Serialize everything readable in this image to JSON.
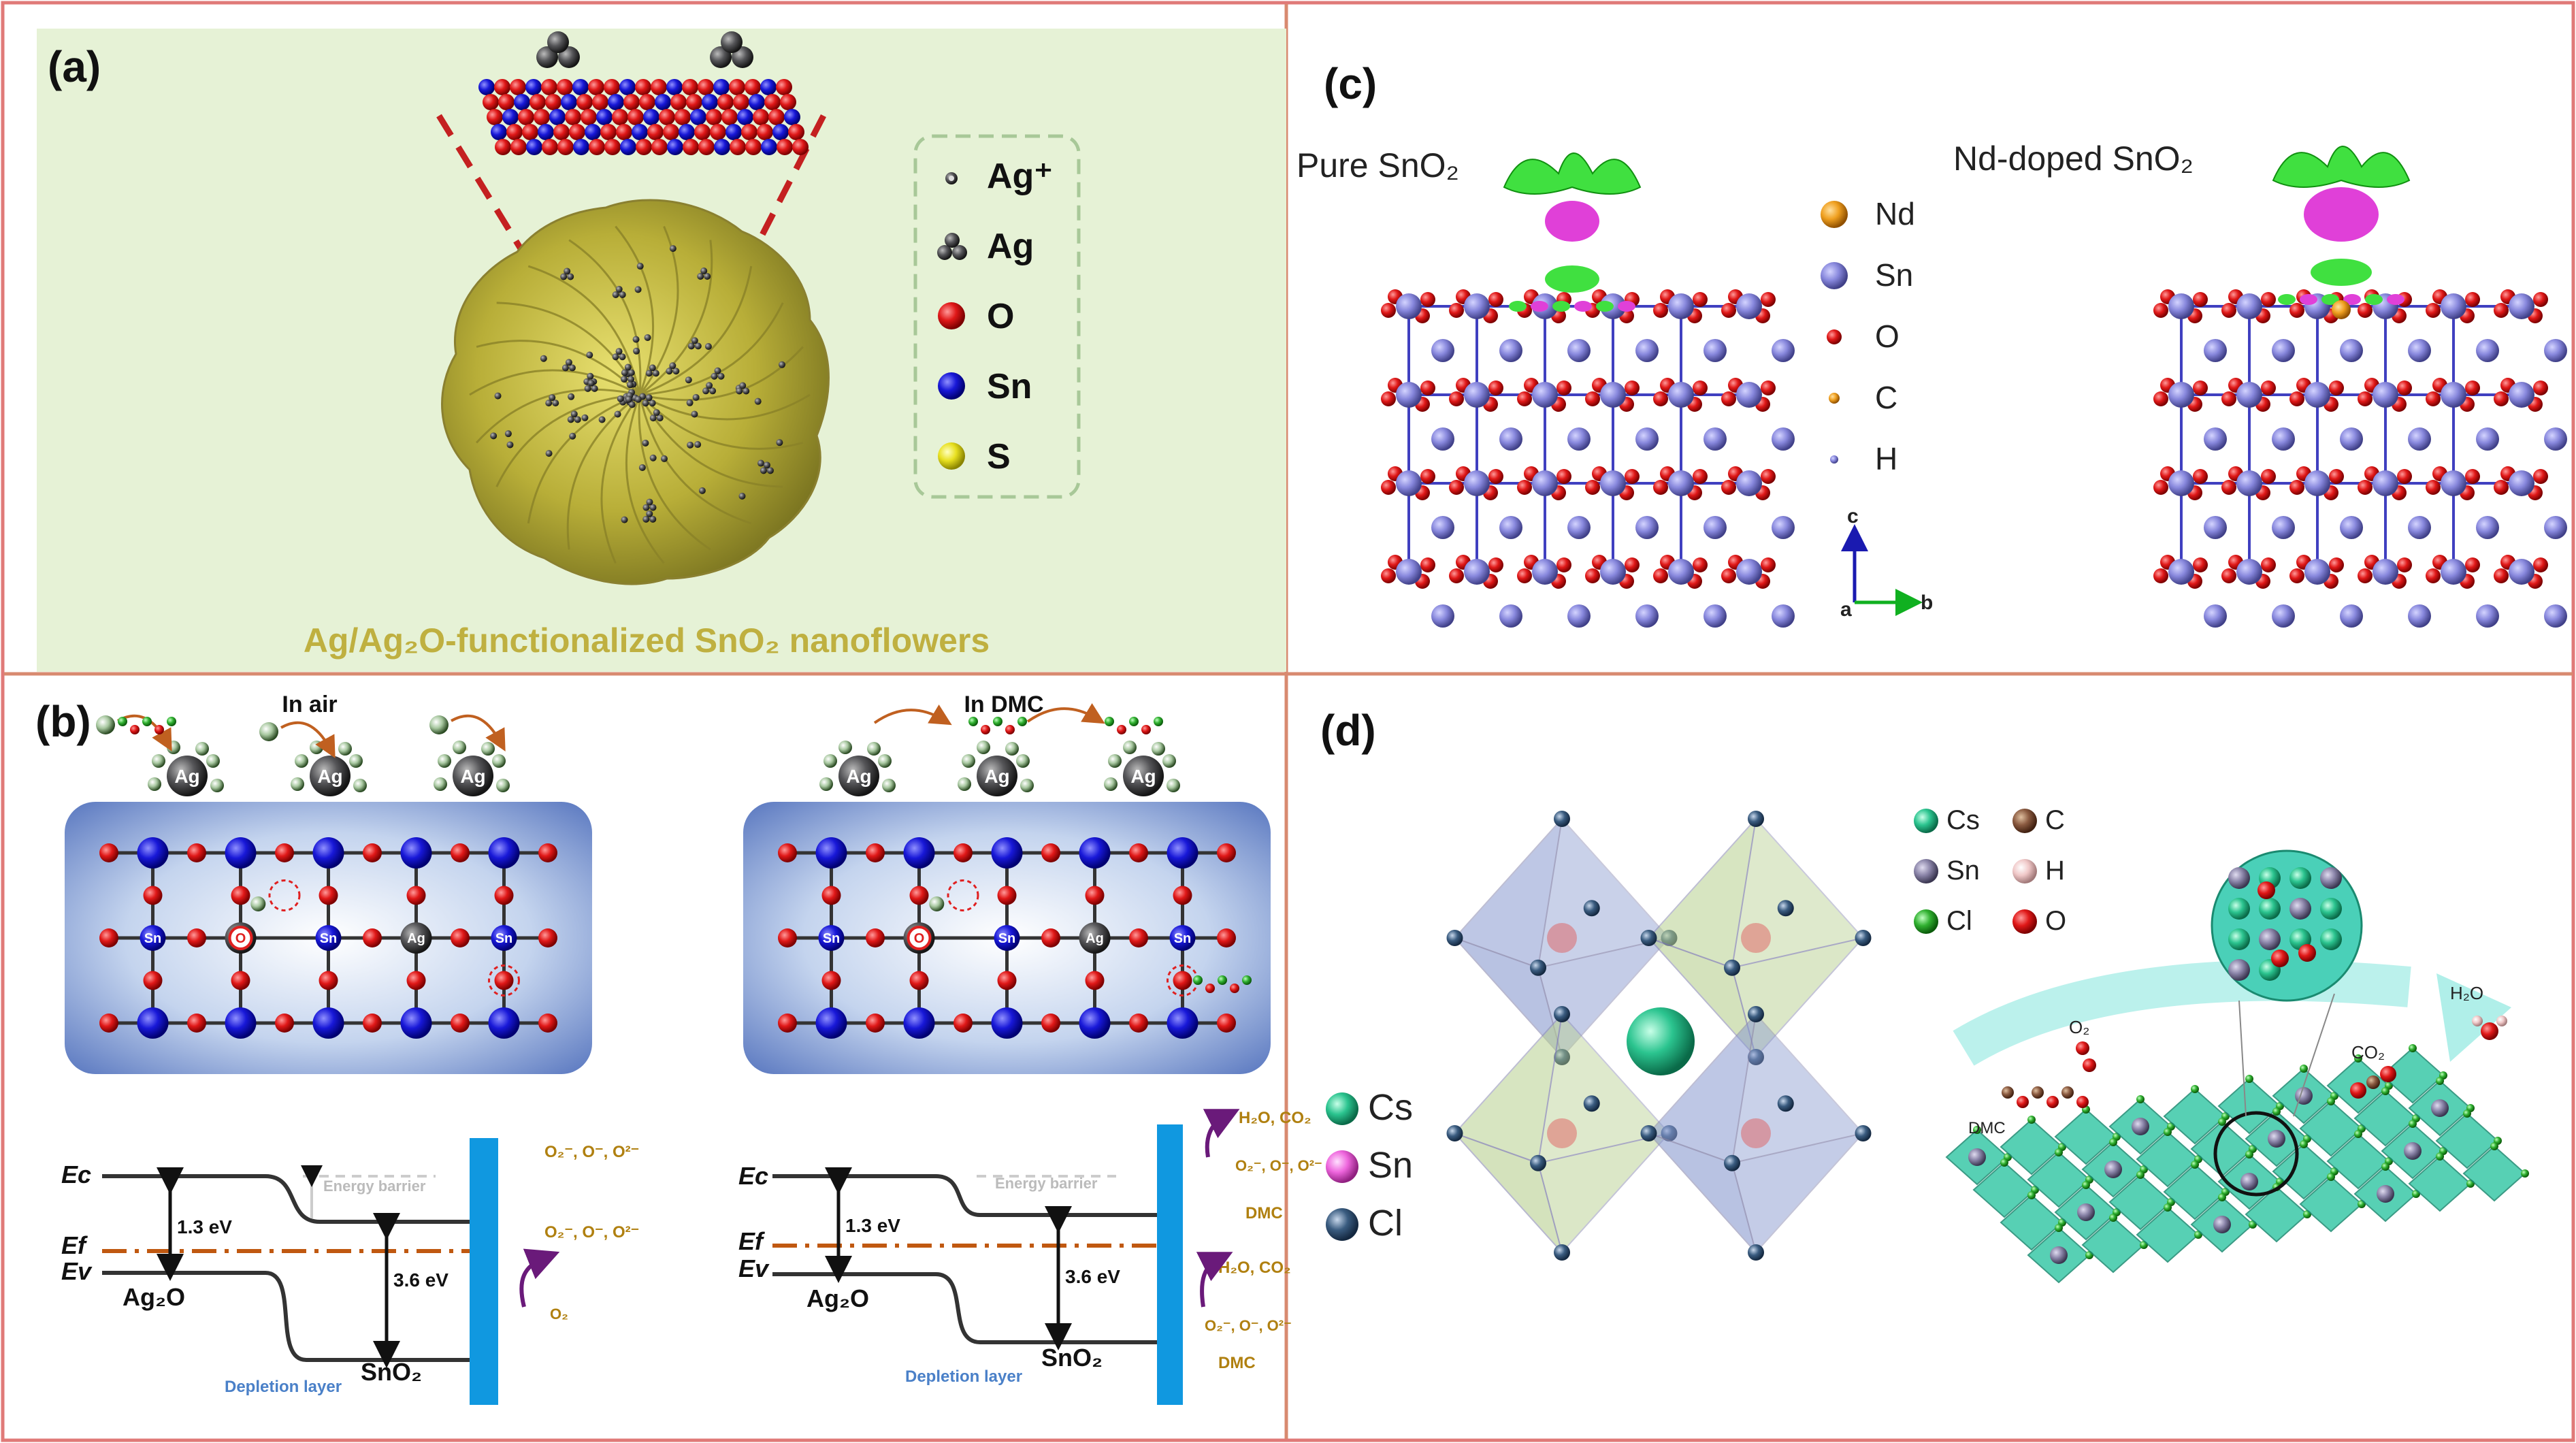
{
  "panel_a": {
    "label": "(a)",
    "caption": "Ag/Ag₂O-functionalized SnO₂ nanoflowers",
    "legend": [
      {
        "symbol": "Ag⁺",
        "color": "#9a9aa0"
      },
      {
        "symbol": "Ag",
        "color": "#444448"
      },
      {
        "symbol": "O",
        "color": "#e01818"
      },
      {
        "symbol": "Sn",
        "color": "#1a1ae0"
      },
      {
        "symbol": "S",
        "color": "#e8e020"
      }
    ]
  },
  "panel_b": {
    "label": "(b)",
    "left_title": "In air",
    "right_title": "In DMC",
    "lattice_labels": {
      "ag": "Ag",
      "o": "O",
      "sn": "Sn"
    },
    "left_band": {
      "ec": "Ec",
      "ef": "Ef",
      "ev": "Ev",
      "gap_ag2o": "1.3 eV",
      "gap_sno2": "3.6 eV",
      "ag2o": "Ag₂O",
      "sno2": "SnO₂",
      "barrier": "Energy barrier",
      "depletion": "Depletion layer",
      "ads_top": "O₂⁻, O⁻, O²⁻",
      "ads_mid": "O₂⁻, O⁻, O²⁻",
      "gas": "O₂"
    },
    "right_band": {
      "ec": "Ec",
      "ef": "Ef",
      "ev": "Ev",
      "gap_ag2o": "1.3 eV",
      "gap_sno2": "3.6 eV",
      "ag2o": "Ag₂O",
      "sno2": "SnO₂",
      "barrier": "Energy barrier",
      "depletion": "Depletion layer",
      "products_top": "H₂O, CO₂",
      "ads_top": "O₂⁻, O⁻, O²⁻",
      "gas_top": "DMC",
      "products_mid": "H₂O, CO₂",
      "ads_mid": "O₂⁻, O⁻, O²⁻",
      "gas_mid": "DMC"
    }
  },
  "panel_c": {
    "label": "(c)",
    "left_title": "Pure SnO₂",
    "right_title": "Nd-doped SnO₂",
    "legend": [
      {
        "symbol": "Nd",
        "color": "#f0a020"
      },
      {
        "symbol": "Sn",
        "color": "#8888dd"
      },
      {
        "symbol": "O",
        "color": "#e01818"
      },
      {
        "symbol": "C",
        "color": "#8a7a20"
      },
      {
        "symbol": "H",
        "color": "#40a0e0"
      }
    ],
    "axes": {
      "c": "c",
      "a": "a",
      "b": "b"
    }
  },
  "panel_d": {
    "label": "(d)",
    "legend_left": [
      {
        "symbol": "Cs",
        "color": "#2bc48f"
      },
      {
        "symbol": "Sn",
        "color": "#ee66dd"
      },
      {
        "symbol": "Cl",
        "color": "#3a5c80"
      }
    ],
    "legend_right": [
      {
        "symbol": "Cs",
        "color": "#2bc48f"
      },
      {
        "symbol": "C",
        "color": "#8a5a40"
      },
      {
        "symbol": "Sn",
        "color": "#8a84a8"
      },
      {
        "symbol": "H",
        "color": "#f0c8c8"
      },
      {
        "symbol": "Cl",
        "color": "#30b030"
      },
      {
        "symbol": "O",
        "color": "#c01818"
      }
    ],
    "molecules": {
      "o2": "O₂",
      "h2o": "H₂O",
      "co2": "CO₂",
      "dmc": "DMC"
    }
  }
}
